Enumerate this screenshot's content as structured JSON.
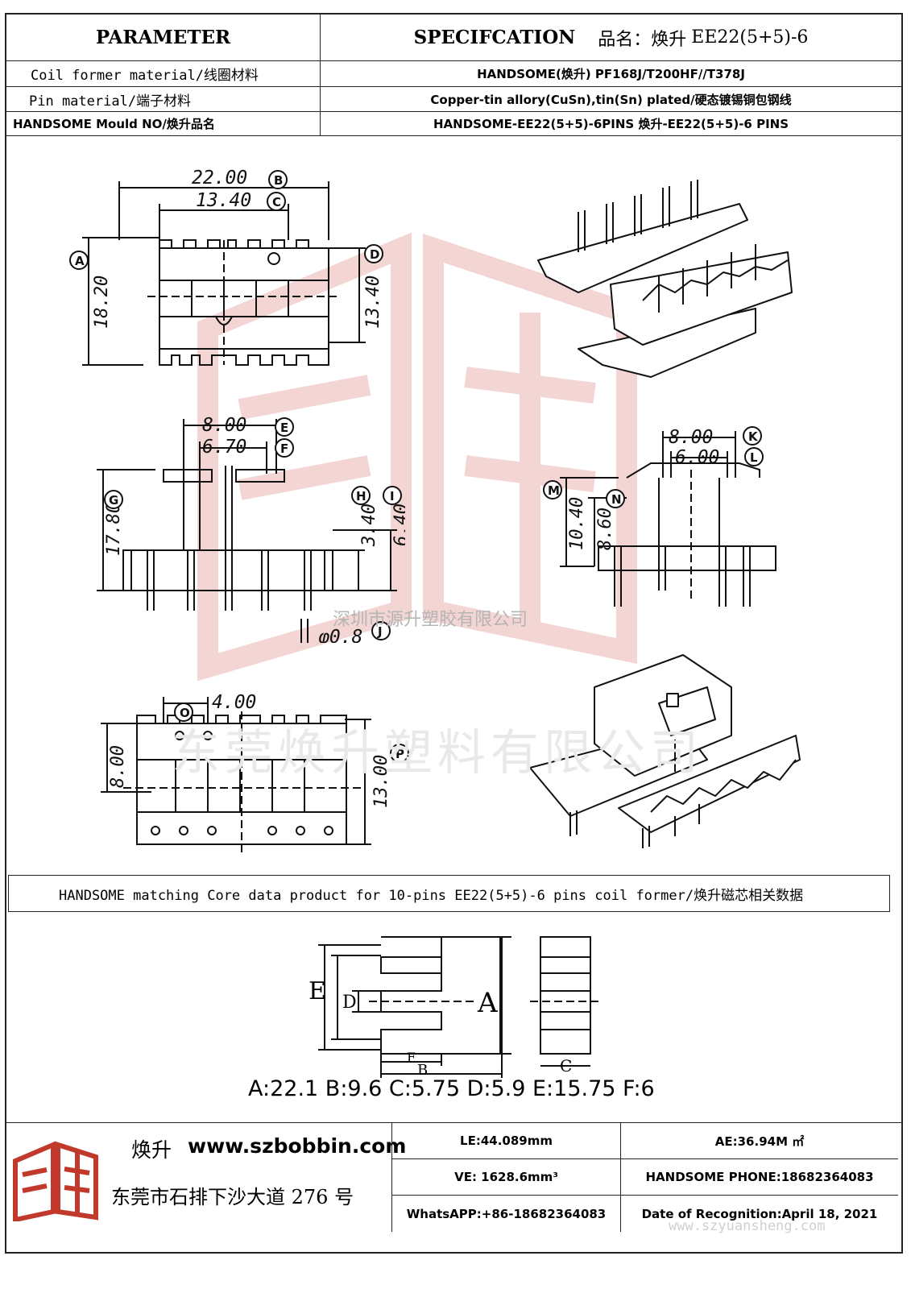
{
  "header": {
    "parameter": "PARAMETER",
    "specification": "SPECIFCATION",
    "product_label": "品名：焕升",
    "product_name": "EE22(5+5)-6"
  },
  "rows": [
    {
      "label": "Coil former material/线圈材料",
      "value": "HANDSOME(焕升)   PF168J/T200HF//T378J"
    },
    {
      "label": "Pin material/端子材料",
      "value": "Copper-tin allory(CuSn),tin(Sn) plated/硬态镀锡铜包钢线"
    },
    {
      "label": "HANDSOME Mould NO/焕升品名",
      "value": "HANDSOME-EE22(5+5)-6PINS    焕升-EE22(5+5)-6 PINS"
    }
  ],
  "drawing": {
    "top_view": {
      "dim_b": "22.00",
      "dim_c": "13.40",
      "dim_a": "18.20",
      "dim_d": "13.40"
    },
    "front_view": {
      "dim_e": "8.00",
      "dim_f": "6.70",
      "dim_g": "17.80",
      "dim_h": "3.40",
      "dim_i": "6.40",
      "dim_j": "φ0.8"
    },
    "side_view": {
      "dim_k": "8.00",
      "dim_l": "6.00",
      "dim_m": "10.40",
      "dim_n": "8.60"
    },
    "bottom_view": {
      "dim_o": "4.00",
      "dim_left": "8.00",
      "dim_p": "13.00"
    },
    "callouts": [
      "A",
      "B",
      "C",
      "D",
      "E",
      "F",
      "G",
      "H",
      "I",
      "J",
      "K",
      "L",
      "M",
      "N",
      "O",
      "P"
    ]
  },
  "watermarks": {
    "company_small": "深圳市源升塑胶有限公司",
    "company_large": "东莞焕升塑料有限公司",
    "url": "www.szyuansheng.com"
  },
  "matching": {
    "text": "HANDSOME matching Core data  product for 10-pins EE22(5+5)-6 pins coil former/焕升磁芯相关数据"
  },
  "core": {
    "labels": {
      "a": "A",
      "b": "B",
      "c": "C",
      "d": "D",
      "e": "E",
      "f": "F"
    },
    "data_line": "A:22.1 B:9.6 C:5.75 D:5.9 E:15.75 F:6"
  },
  "footer": {
    "brand": "焕升",
    "website": "www.szbobbin.com",
    "address": "东莞市石排下沙大道 276 号",
    "le": "LE:44.089mm",
    "ae": "AE:36.94M ㎡",
    "ve": "VE: 1628.6mm³",
    "phone": "HANDSOME PHONE:18682364083",
    "whatsapp": "WhatsAPP:+86-18682364083",
    "date": "Date of Recognition:April 18, 2021"
  },
  "colors": {
    "border": "#222222",
    "logo_red": "#c0392b",
    "watermark_red": "#f3d5d3"
  }
}
